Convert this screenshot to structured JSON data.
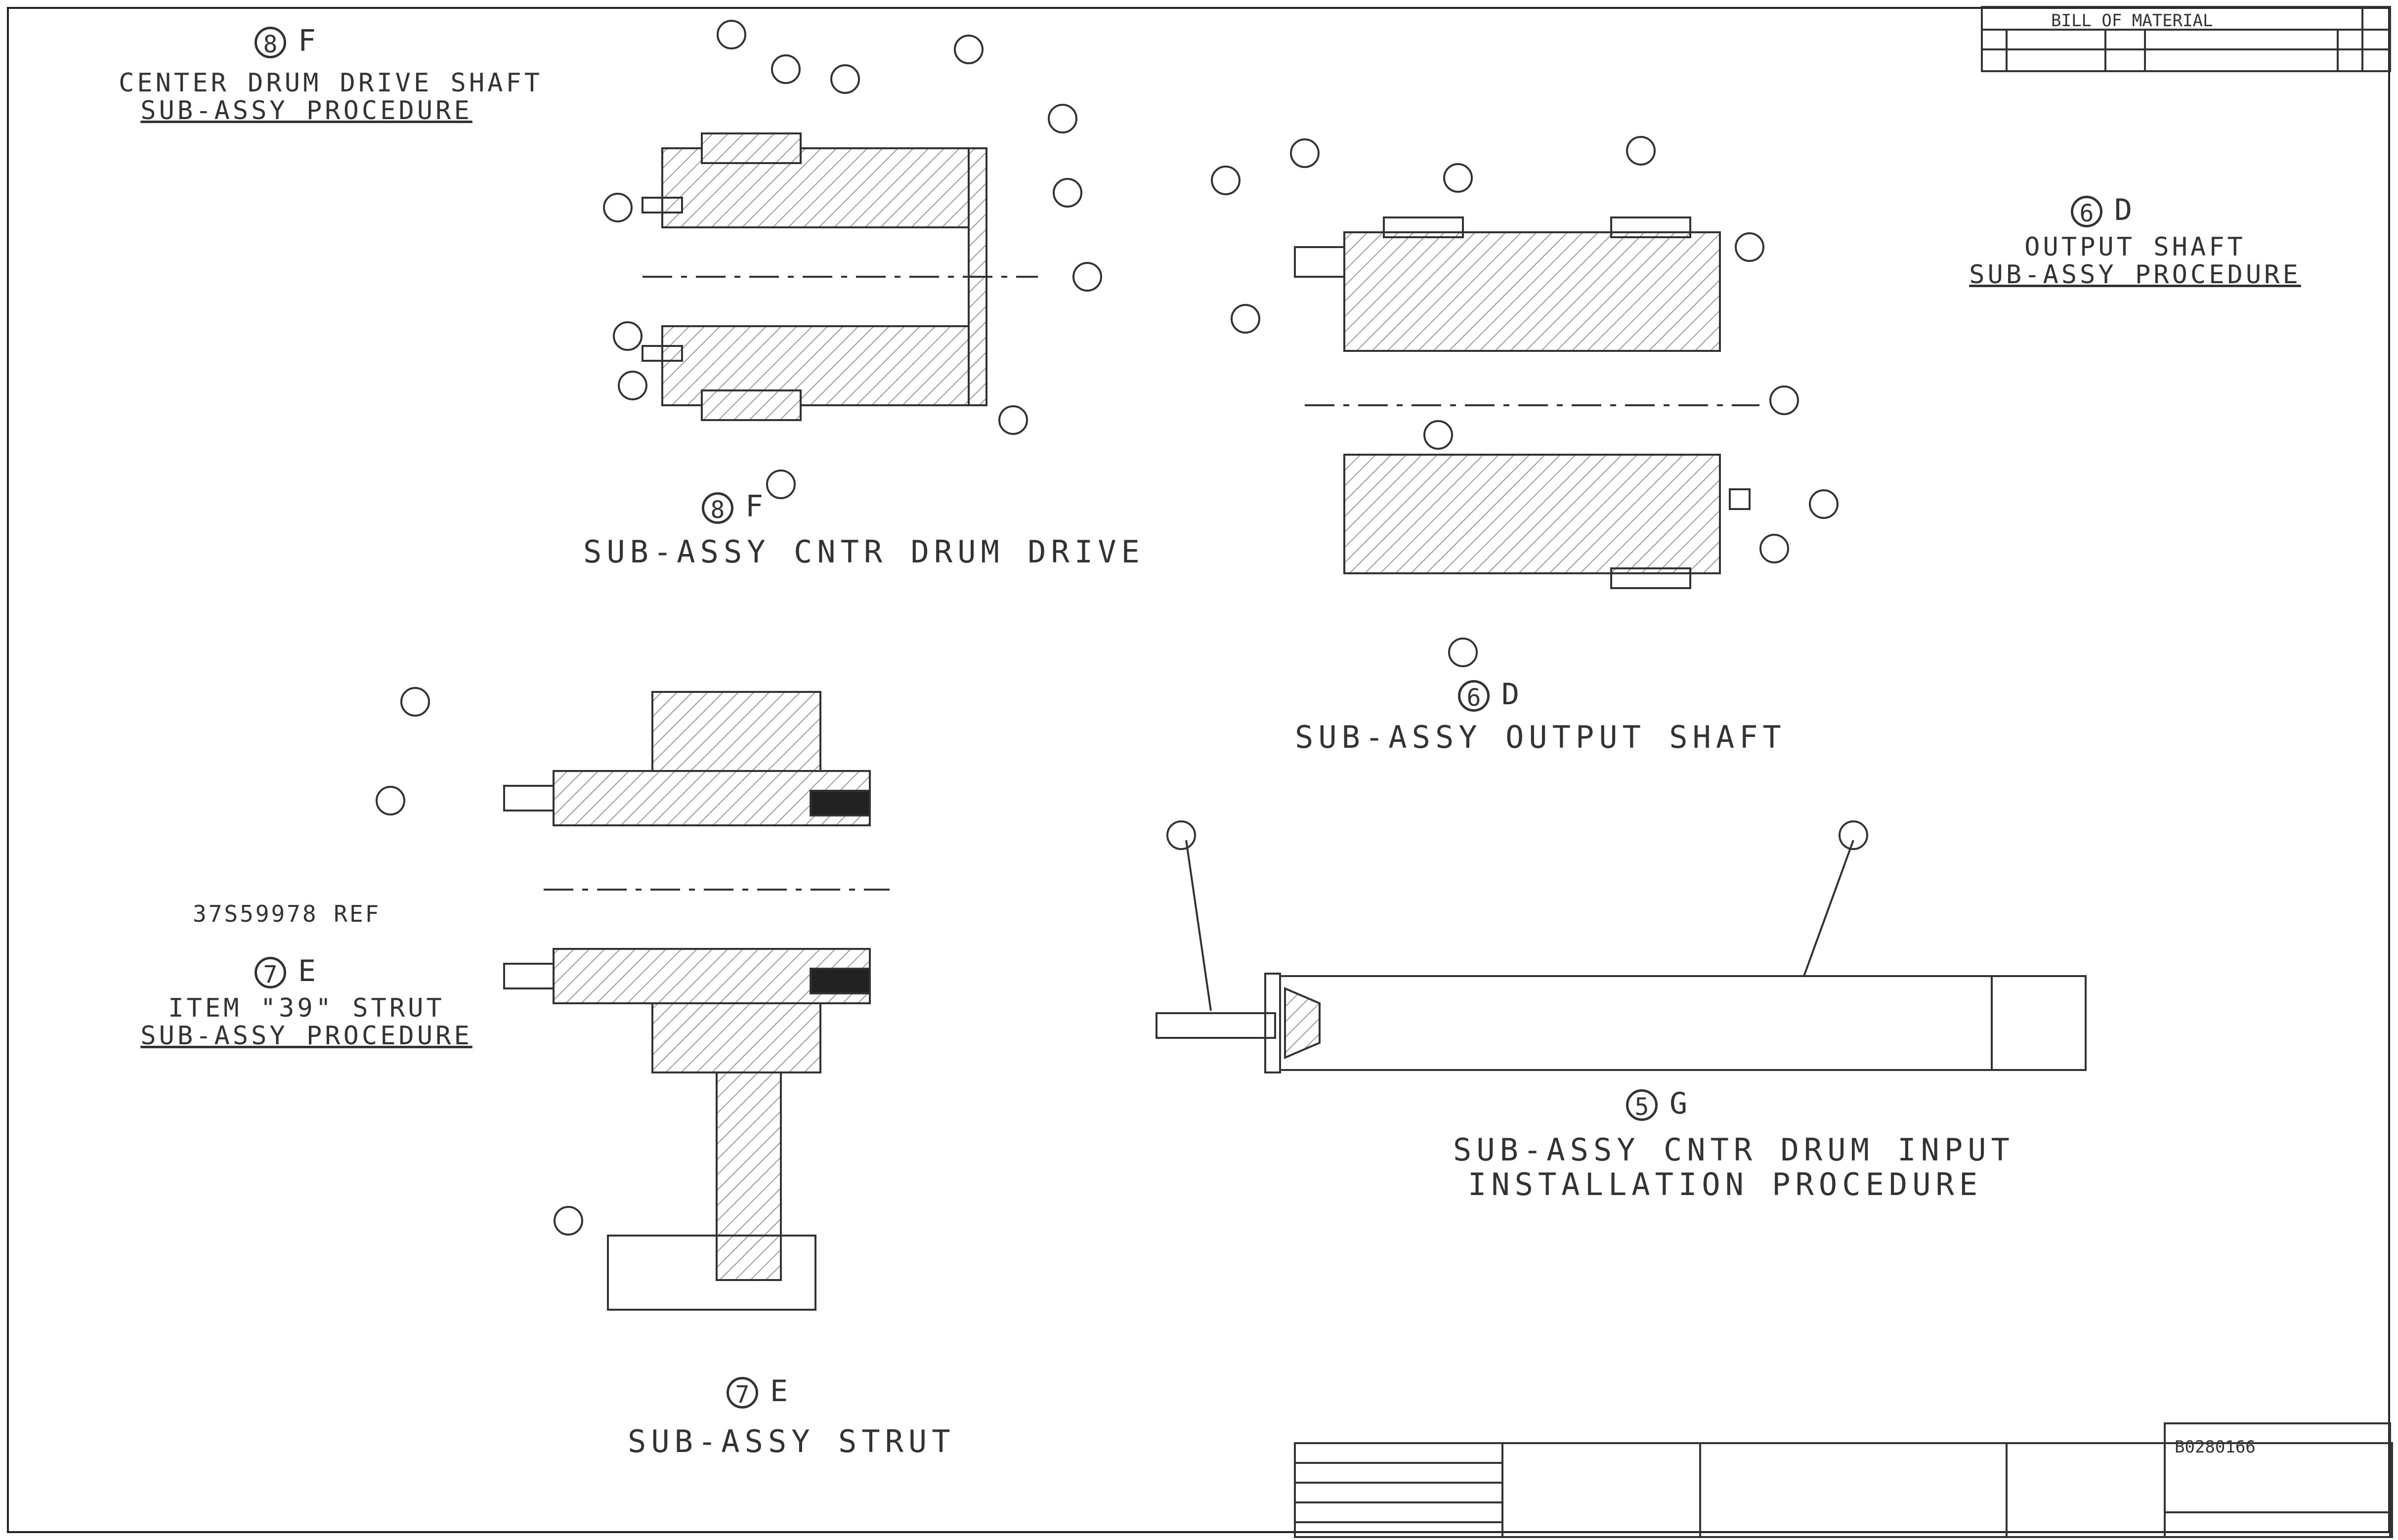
{
  "sections": {
    "f_title_1": "CENTER DRUM DRIVE SHAFT",
    "f_title_2": "SUB-ASSY PROCEDURE",
    "f_caption": "SUB-ASSY CNTR DRUM DRIVE",
    "d_title_1": "OUTPUT SHAFT",
    "d_title_2": "SUB-ASSY PROCEDURE",
    "d_caption": "SUB-ASSY OUTPUT SHAFT",
    "e_title_1": "ITEM \"39\" STRUT",
    "e_title_2": "SUB-ASSY PROCEDURE",
    "e_caption": "SUB-ASSY STRUT",
    "g_caption_1": "SUB-ASSY CNTR DRUM INPUT",
    "g_caption_2": "INSTALLATION PROCEDURE"
  },
  "symbols": {
    "f_num": "8",
    "f_letter": "F",
    "d_num": "6",
    "d_letter": "D",
    "e_num": "7",
    "e_letter": "E",
    "g_num": "5",
    "g_letter": "G"
  },
  "refs": {
    "strut_ref": "37S59978 REF"
  },
  "bom": {
    "title": "BILL OF MATERIAL"
  },
  "title_block": {
    "dwg_no": "B0280166"
  },
  "colors": {
    "line": "#333333",
    "hatch": "#9a9a9a",
    "dark": "#222222"
  }
}
